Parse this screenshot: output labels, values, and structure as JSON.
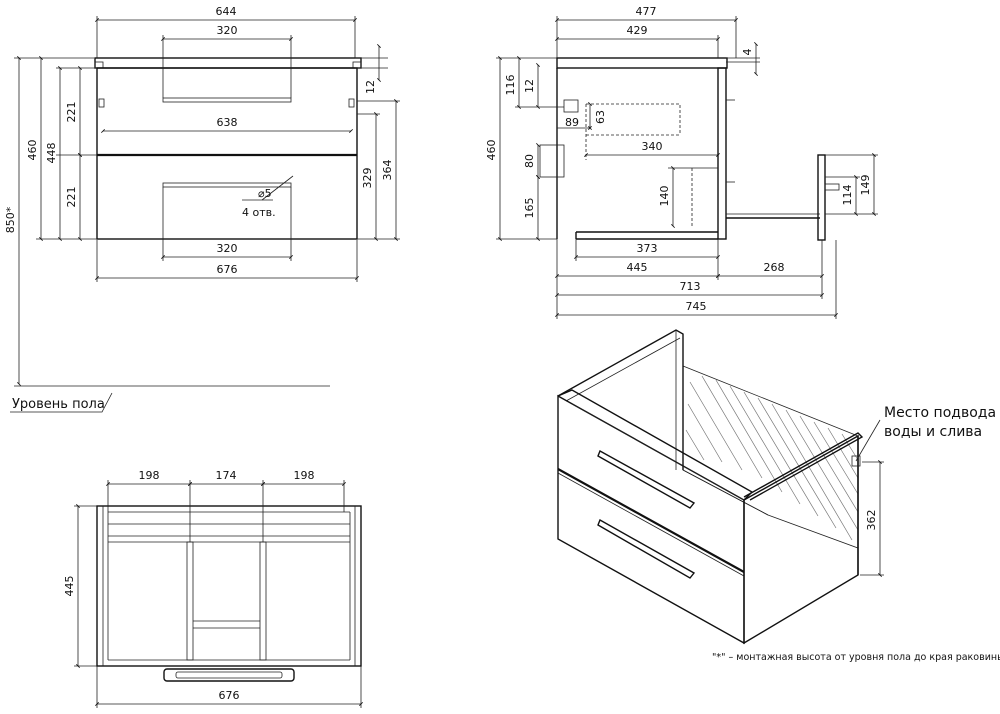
{
  "front_view": {
    "width_top": "644",
    "handle_spacing_top": "320",
    "inner_width": "638",
    "handle_spacing_bottom": "320",
    "width_total": "676",
    "height_460": "460",
    "height_448": "448",
    "drawer_top": "221",
    "drawer_bottom": "221",
    "height_850": "850*",
    "top_thickness": "12",
    "height_364": "364",
    "height_329": "329",
    "hole_diameter": "⌀5",
    "hole_count": "4 отв.",
    "floor_level": "Уровень пола"
  },
  "side_view": {
    "depth_477": "477",
    "depth_429": "429",
    "dim_4": "4",
    "dim_12": "12",
    "dim_116": "116",
    "dim_89": "89",
    "dim_63": "63",
    "dim_340": "340",
    "height_460": "460",
    "dim_80": "80",
    "dim_165": "165",
    "dim_140": "140",
    "dim_373": "373",
    "dim_445": "445",
    "dim_268": "268",
    "dim_713": "713",
    "dim_745": "745",
    "dim_114": "114",
    "dim_149": "149"
  },
  "top_view": {
    "seg_1": "198",
    "seg_2": "174",
    "seg_3": "198",
    "depth_445": "445",
    "width_676": "676"
  },
  "iso_view": {
    "callout_line1": "Место подвода",
    "callout_line2": "воды и слива",
    "height_362": "362"
  },
  "footnote": "\"*\" – монтажная высота от уровня пола до края раковины"
}
